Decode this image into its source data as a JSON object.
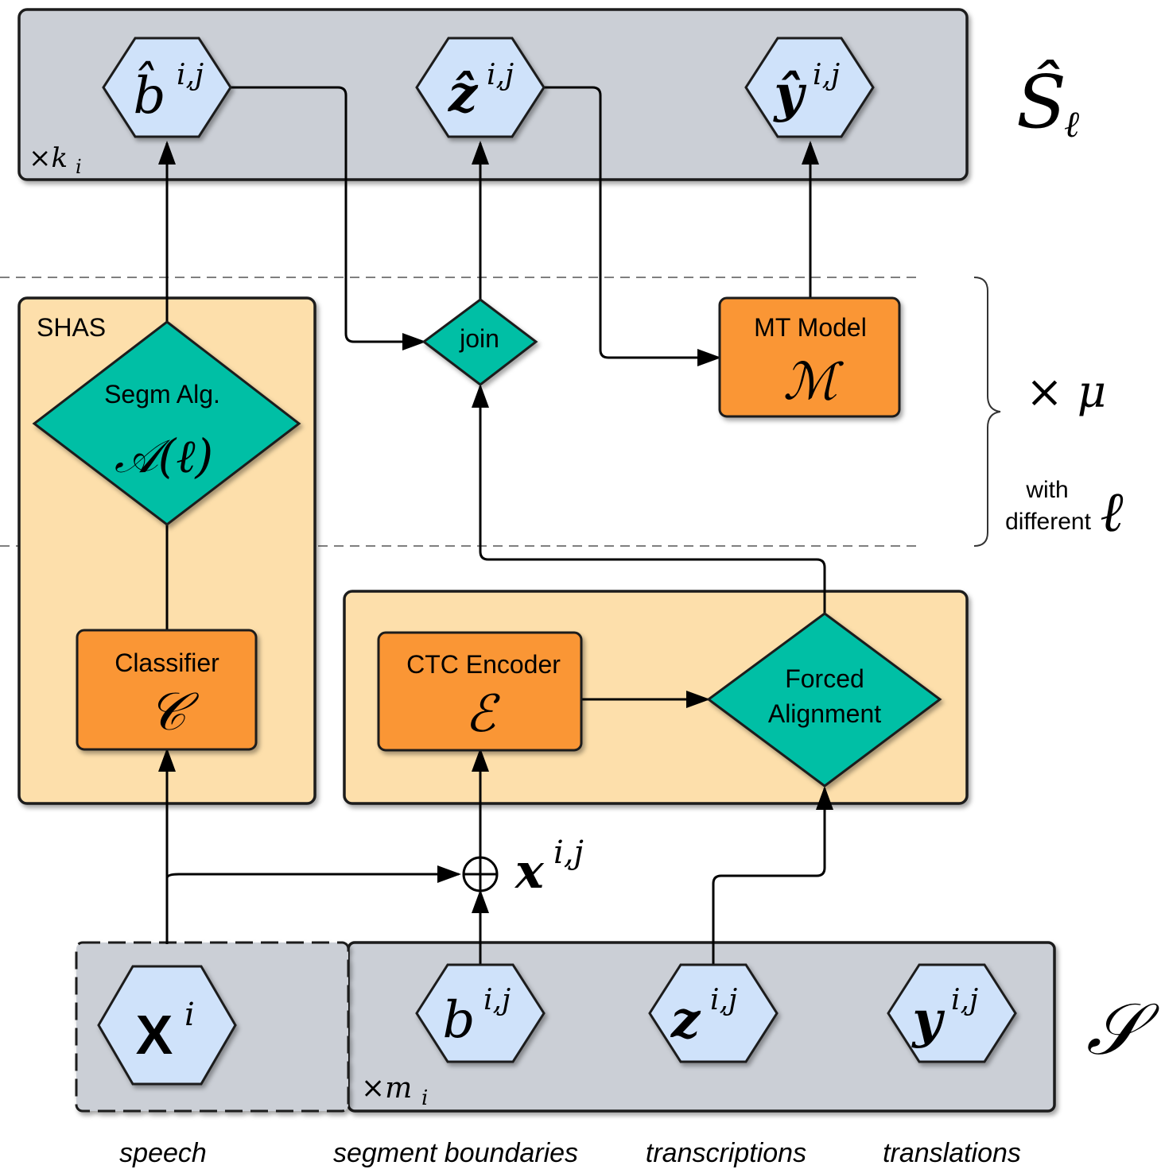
{
  "top_group": {
    "nodes": [
      "b̂",
      "ẑ",
      "ŷ"
    ],
    "superscript": "i,j",
    "multiplicity": "×k",
    "multiplicity_sub": "i",
    "set_label": "Ŝ",
    "set_label_sub": "ℓ"
  },
  "shas": {
    "title": "SHAS",
    "segm_label": "Segm Alg.",
    "segm_symbol": "𝒜(ℓ)",
    "classifier_label": "Classifier",
    "classifier_symbol": "𝒞"
  },
  "join": {
    "label": "join"
  },
  "mt": {
    "label": "MT Model",
    "symbol": "ℳ"
  },
  "repeat": {
    "symbol": "× μ",
    "line1": "with",
    "line2": "different",
    "ell": "ℓ"
  },
  "ctc": {
    "label": "CTC Encoder",
    "symbol": "ℰ"
  },
  "forced": {
    "line1": "Forced",
    "line2": "Alignment"
  },
  "concat": {
    "symbol": "⊕",
    "output": "x",
    "output_sup": "i,j"
  },
  "bottom_group": {
    "speech_node": "X",
    "speech_sup": "i",
    "nodes": [
      "b",
      "z",
      "y"
    ],
    "superscript": "i,j",
    "multiplicity": "×m",
    "multiplicity_sub": "i",
    "set_label": "𝒮"
  },
  "captions": [
    "speech",
    "segment boundaries",
    "transcriptions",
    "translations"
  ],
  "colors": {
    "hexagon": "#cfe2fa",
    "teal": "#03bfa5",
    "orange": "#fa9634",
    "peach": "#fddfab",
    "grey": "#cbcfd6"
  }
}
